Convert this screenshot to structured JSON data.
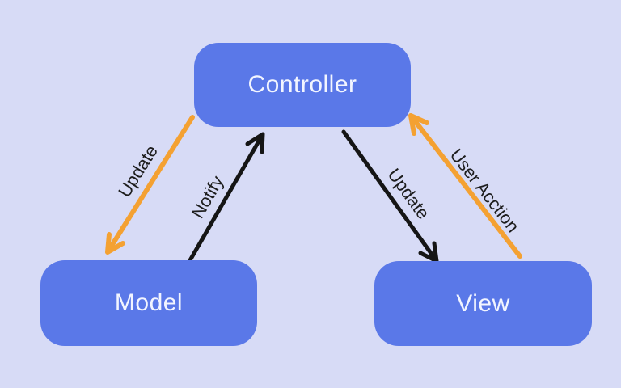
{
  "diagram": {
    "nodes": [
      {
        "id": "controller",
        "label": "Controller"
      },
      {
        "id": "model",
        "label": "Model"
      },
      {
        "id": "view",
        "label": "View"
      }
    ],
    "edges": [
      {
        "id": "controller-to-model",
        "from": "Controller",
        "to": "Model",
        "label": "Update",
        "color": "#f4a132"
      },
      {
        "id": "model-to-controller",
        "from": "Model",
        "to": "Controller",
        "label": "Notify",
        "color": "#151515"
      },
      {
        "id": "controller-to-view",
        "from": "Controller",
        "to": "View",
        "label": "Update",
        "color": "#151515"
      },
      {
        "id": "view-to-controller",
        "from": "View",
        "to": "Controller",
        "label": "User Acction",
        "color": "#f4a132"
      }
    ]
  },
  "colors": {
    "bg": "#d7dbf6",
    "node": "#5a78e8",
    "node-text": "#f2f5ff",
    "orange": "#f4a132",
    "black": "#151515",
    "label-text": "#1d1d1d"
  }
}
